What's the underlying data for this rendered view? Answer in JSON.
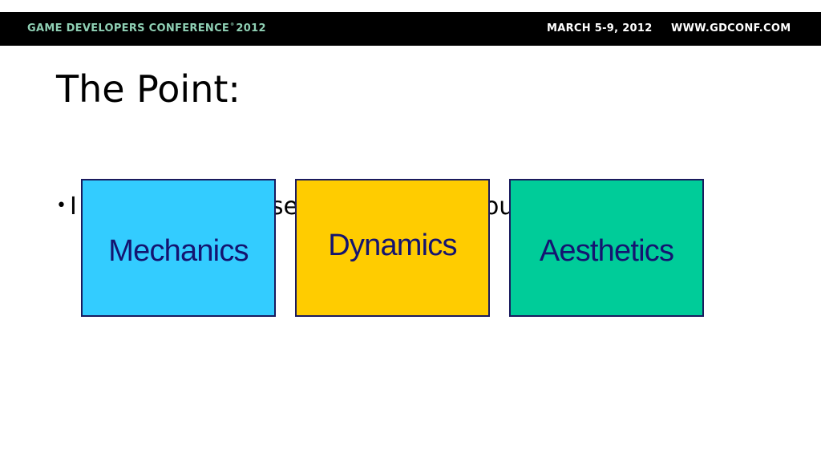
{
  "header": {
    "conference_name": "GAME DEVELOPERS CONFERENCE",
    "trademark": "®",
    "year": "2012",
    "dates": "MARCH 5-9, 2012",
    "url": "WWW.GDCONF.COM",
    "accent_color": "#8fd0b4"
  },
  "slide": {
    "title": "The Point:",
    "bullet_marker": "•",
    "bullet_visible_start": "I",
    "bullet_visible_mid": "se",
    "bullet_visible_end": "ou"
  },
  "boxes": [
    {
      "label": "Mechanics",
      "color": "#33ccff"
    },
    {
      "label": "Dynamics",
      "color": "#ffcc00"
    },
    {
      "label": "Aesthetics",
      "color": "#00cc99"
    }
  ]
}
